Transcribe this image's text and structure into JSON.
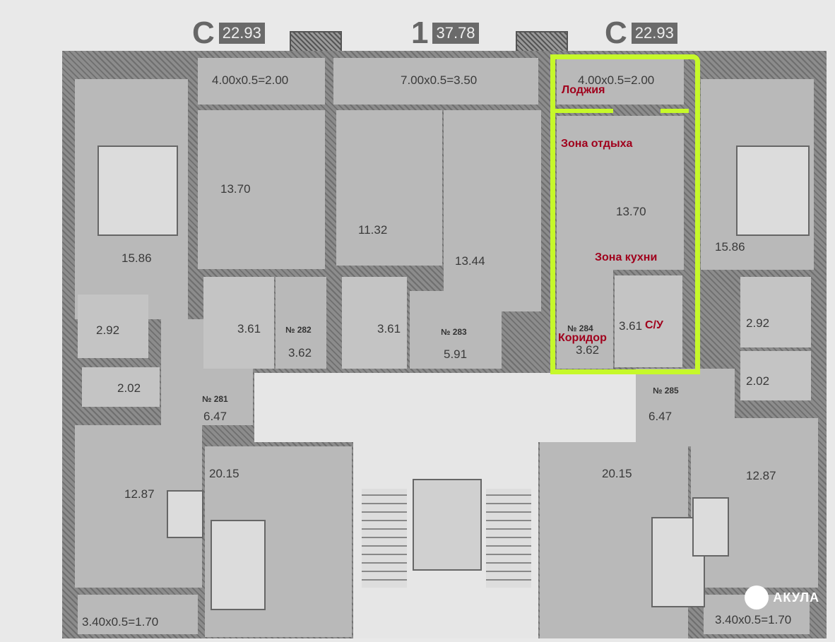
{
  "header": {
    "apartments": [
      {
        "letter": "С",
        "area": "22.93"
      },
      {
        "letter": "1",
        "area": "37.78"
      },
      {
        "letter": "С",
        "area": "22.93"
      }
    ]
  },
  "loggias": [
    "4.00x0.5=2.00",
    "7.00x0.5=3.50",
    "4.00x0.5=2.00",
    "3.40x0.5=1.70",
    "3.40x0.5=1.70"
  ],
  "rooms": {
    "left_bedroom": "15.86",
    "left_bath": "2.92",
    "left_wc": "2.02",
    "left_hall": "6.47",
    "left_kitchen": "12.87",
    "left_living": "20.15",
    "apt282_studio": "13.70",
    "apt282_bath": "3.61",
    "apt282_hall": "3.62",
    "apt283_kitchen": "11.32",
    "apt283_bath": "3.61",
    "apt283_room": "13.44",
    "apt283_hall": "5.91",
    "apt284_studio": "13.70",
    "apt284_bath": "3.61",
    "apt284_hall": "3.62",
    "right_bedroom": "15.86",
    "right_bath": "2.92",
    "right_wc": "2.02",
    "right_hall": "6.47",
    "right_kitchen": "12.87",
    "right_living": "20.15"
  },
  "apartment_numbers": [
    "№ 281",
    "№ 282",
    "№ 283",
    "№ 284",
    "№ 285"
  ],
  "annotations": {
    "loggia": "Лоджия",
    "rest_zone": "Зона отдыха",
    "kitchen_zone": "Зона кухни",
    "bathroom": "С/У",
    "corridor": "Коридор"
  },
  "highlight_color": "#c6f82a",
  "annotation_color": "#a0001c",
  "watermark": "АКУЛА"
}
